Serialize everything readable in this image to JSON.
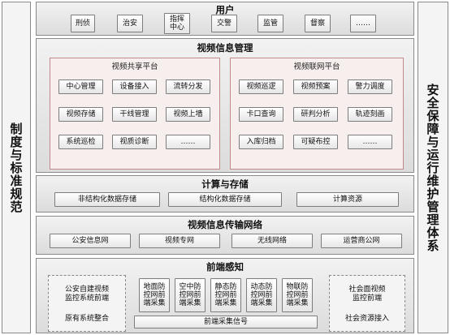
{
  "left_side": {
    "label": "制度与标准规范"
  },
  "right_side": {
    "label": "安全保障与运行维护管理体系"
  },
  "users": {
    "title": "用户",
    "items": [
      "刑侦",
      "治安",
      "指挥\n中心",
      "交警",
      "监管",
      "督察",
      "……"
    ]
  },
  "video_mgmt": {
    "title": "视频信息管理",
    "sharing": {
      "title": "视频共享平台",
      "items": [
        "中心管理",
        "设备接入",
        "流转分发",
        "视频存储",
        "干线管理",
        "视频上墙",
        "系统巡检",
        "视质诊断",
        "……"
      ]
    },
    "network": {
      "title": "视频联网平台",
      "items": [
        "视频巡逻",
        "视频预案",
        "警力调度",
        "卡口查询",
        "研判分析",
        "轨迹刻画",
        "入库归档",
        "可疑布控",
        "……"
      ]
    }
  },
  "compute": {
    "title": "计算与存储",
    "items": [
      "非结构化数据存储",
      "结构化数据存储",
      "计算资源"
    ]
  },
  "transport": {
    "title": "视频信息传输网络",
    "items": [
      "公安信息网",
      "视频专网",
      "无线网络",
      "运营商公网"
    ]
  },
  "frontend": {
    "title": "前端感知",
    "left_text": "公安自建视频\n监控系统前端",
    "left_bottom": "原有系统整合",
    "collectors": [
      "地面防\n控网前\n端采集",
      "空中防\n控网前\n端采集",
      "静态防\n控网前\n端采集",
      "动态防\n控网前\n端采集",
      "物联防\n控网前\n端采集"
    ],
    "signal": "前端采集信号",
    "right_text": "社会面视频\n监控前端",
    "right_bottom": "社会资源接入"
  }
}
